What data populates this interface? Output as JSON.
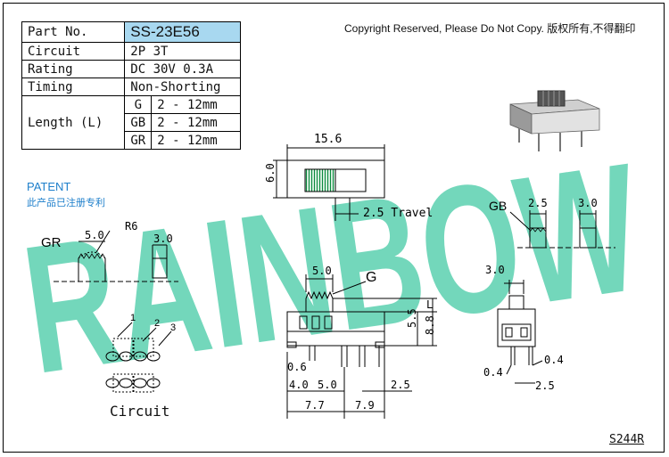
{
  "copyright": "Copyright Reserved, Please Do Not Copy. 版权所有,不得翻印",
  "spec_table": {
    "part_no_label": "Part No.",
    "part_no_value": "SS-23E56",
    "circuit_label": "Circuit",
    "circuit_value": "2P 3T",
    "rating_label": "Rating",
    "rating_value": "DC 30V 0.3A",
    "timing_label": "Timing",
    "timing_value": "Non-Shorting",
    "length_label": "Length (L)",
    "lengths": [
      {
        "code": "G",
        "value": "2 - 12mm"
      },
      {
        "code": "GB",
        "value": "2 - 12mm"
      },
      {
        "code": "GR",
        "value": "2 - 12mm"
      }
    ]
  },
  "patent": {
    "label": "PATENT",
    "label_cn": "此产品已注册专利"
  },
  "watermark": "RAINBOW",
  "watermark_color": "#3ec9a2",
  "model_code": "S244R",
  "circuit_caption": "Circuit",
  "circuit_terminal_numbers": [
    "1",
    "2",
    "3"
  ],
  "dimensions": {
    "top_width": "15.6",
    "top_height": "6.0",
    "travel": "2.5 Travel",
    "gr_label": "GR",
    "gr_width": "5.0",
    "gr_radius": "R6",
    "gr_height": "3.0",
    "gb_label": "GB",
    "gb_width": "2.5",
    "gb_height": "3.0",
    "g_label": "G",
    "g_width": "5.0",
    "l_label": "L",
    "body_height": "5.5",
    "total_height": "8.8",
    "pin_thickness": "0.6",
    "pin_offset": "4.0",
    "pin_pitch": "5.0",
    "pin_small": "2.5",
    "span_left": "7.7",
    "span_right": "7.9",
    "side_width": "3.0",
    "side_pin_left": "0.4",
    "side_pin_right": "0.4",
    "side_bottom": "2.5"
  }
}
